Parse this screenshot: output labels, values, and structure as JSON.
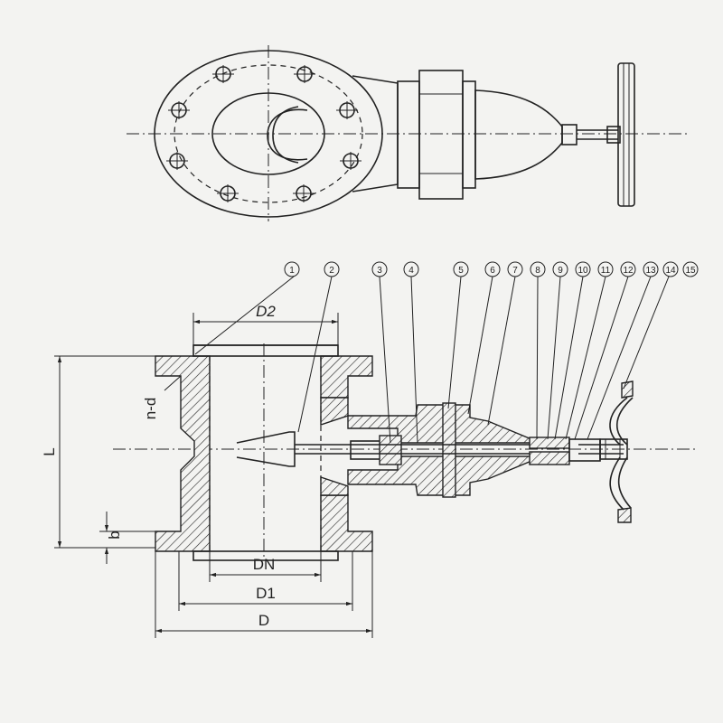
{
  "dimensions": {
    "d2": "D2",
    "h_d": "n-d",
    "l": "L",
    "b": "b",
    "dn": "DN",
    "d1": "D1",
    "d": "D"
  },
  "part_numbers": [
    "1",
    "2",
    "3",
    "4",
    "5",
    "6",
    "7",
    "8",
    "9",
    "10",
    "11",
    "12",
    "13",
    "14",
    "15"
  ]
}
